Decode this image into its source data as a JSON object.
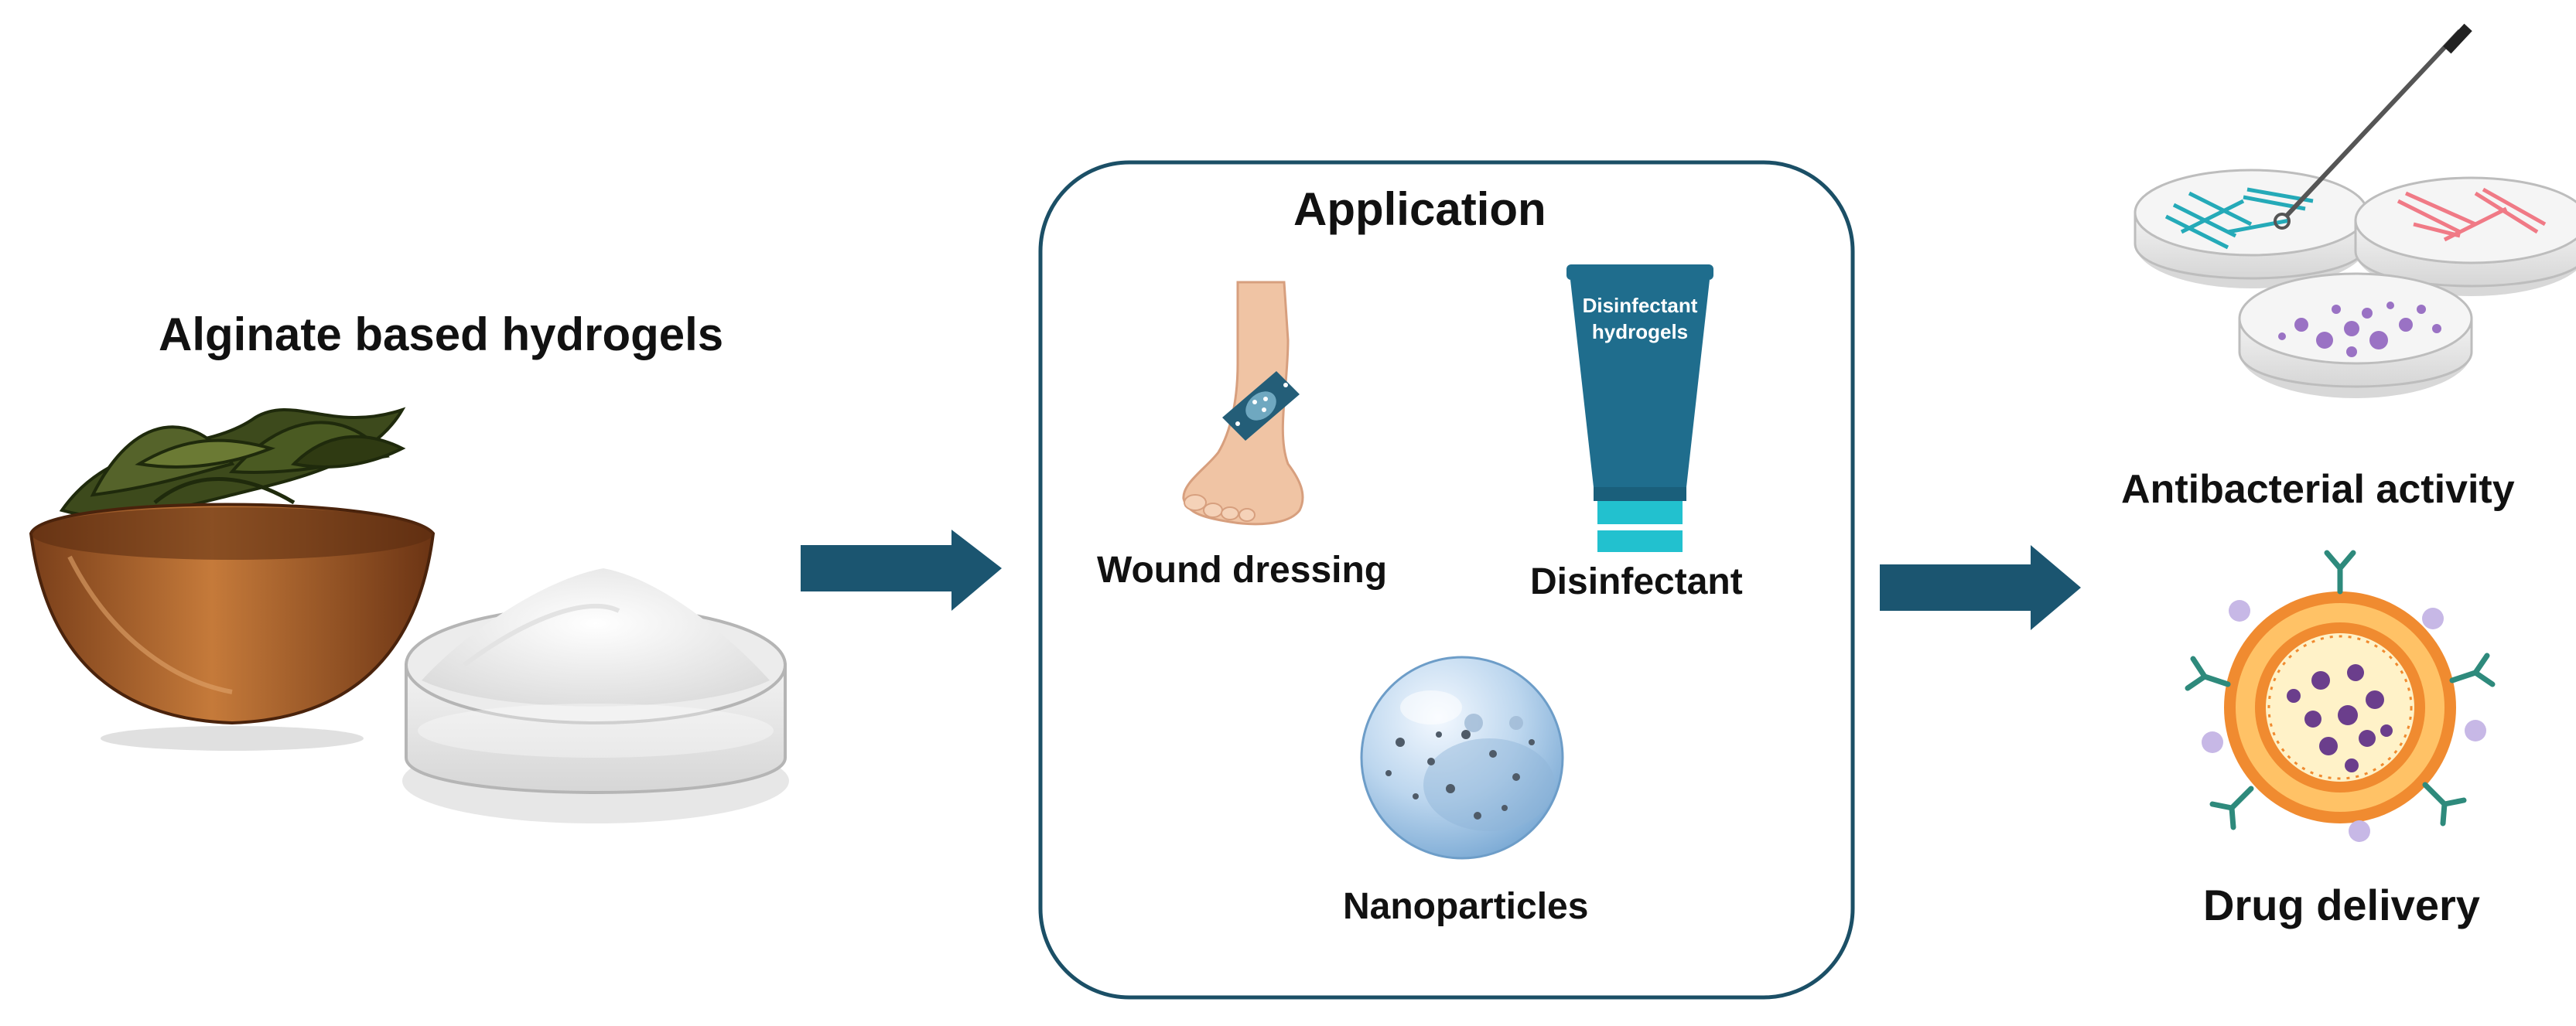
{
  "left_panel": {
    "title": "Alginate based hydrogels"
  },
  "application_box": {
    "title": "Application",
    "items": [
      {
        "label": "Wound dressing",
        "icon": "bandaged-foot-icon"
      },
      {
        "label": "Disinfectant",
        "icon": "disinfectant-tube-icon",
        "tube_text_line1": "Disinfectant",
        "tube_text_line2": "hydrogels"
      },
      {
        "label": "Nanoparticles",
        "icon": "nanoparticle-sphere-icon"
      }
    ]
  },
  "right_panel": {
    "outcomes": [
      {
        "label": "Antibacterial activity",
        "icon": "petri-dishes-icon"
      },
      {
        "label": "Drug delivery",
        "icon": "liposome-icon"
      }
    ]
  },
  "colors": {
    "arrow": "#1b5570",
    "box_border": "#1b4f66",
    "tube_body": "#1f6d8d",
    "tube_cap": "#22c1cf",
    "skin": "#f0c4a4",
    "bandage": "#245e78",
    "liposome_core": "#ffc266",
    "liposome_shell": "#f08b30",
    "drug_particle": "#6b3e8c",
    "antibody": "#2e8a7c",
    "dish_teal": "#25aab8",
    "dish_pink": "#f07a86",
    "dish_purple": "#9a72c4"
  }
}
